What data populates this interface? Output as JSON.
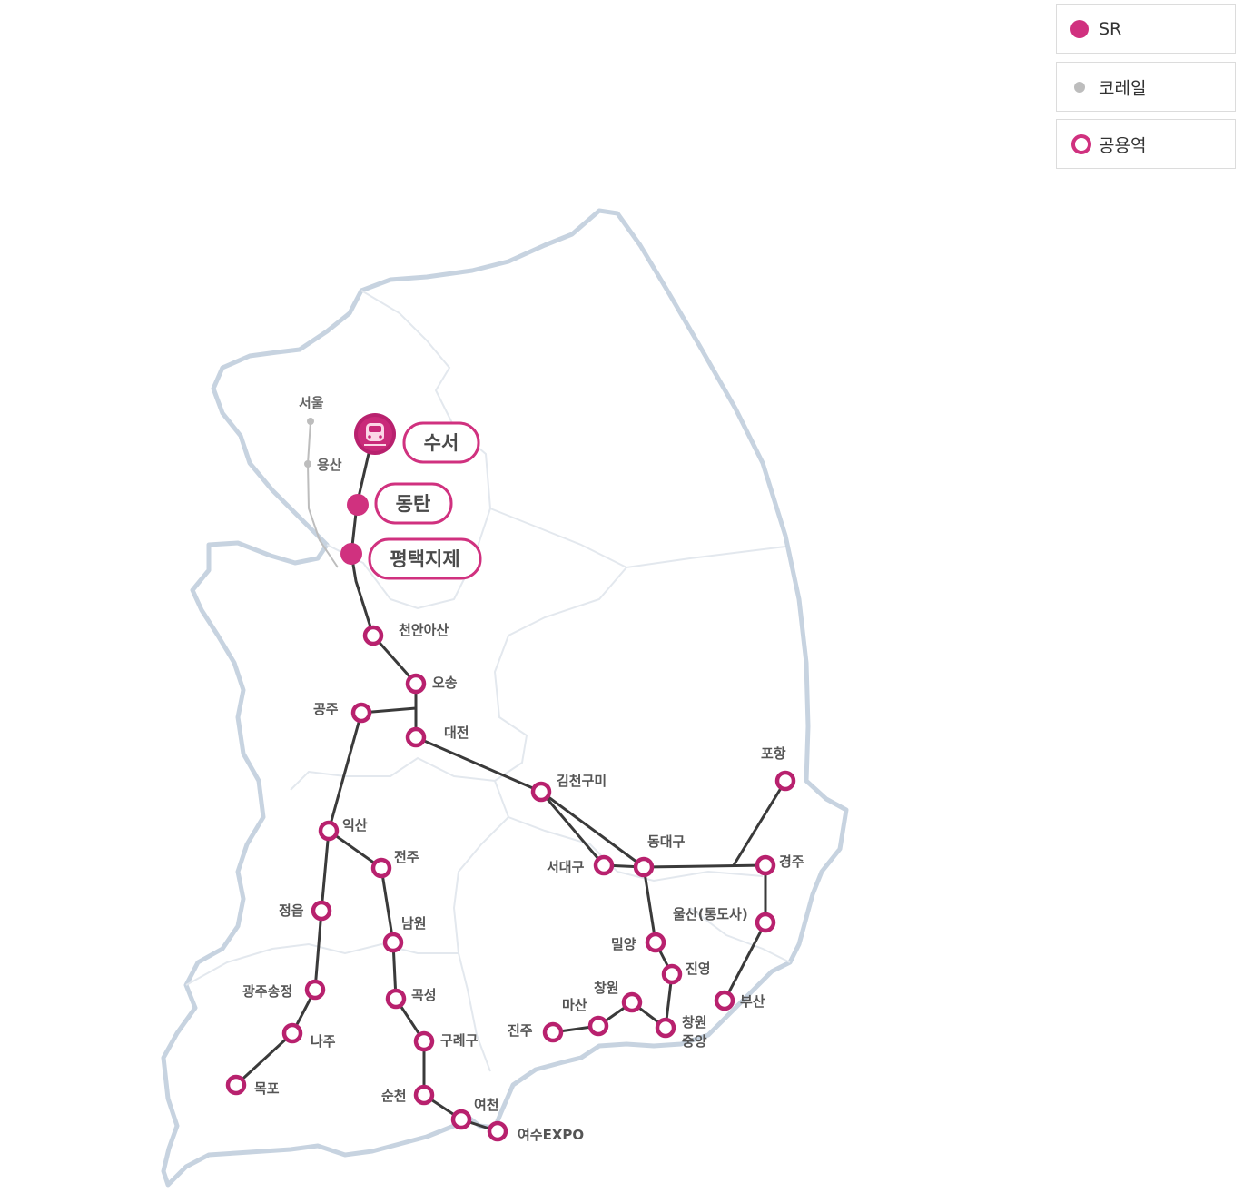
{
  "legend": {
    "sr_label": "SR",
    "korail_label": "코레일",
    "shared_label": "공용역"
  },
  "colors": {
    "sr": "#d0317f",
    "korail": "#bdbdbd",
    "line": "#3a3a3a",
    "border": "#c7d3e0"
  },
  "stations": {
    "seoul": "서울",
    "yongsan": "용산",
    "suseo": "수서",
    "dongtan": "동탄",
    "pyeongtaek": "평택지제",
    "cheonan": "천안아산",
    "osong": "오송",
    "gongju": "공주",
    "daejeon": "대전",
    "gimcheon": "김천구미",
    "pohang": "포항",
    "iksan": "익산",
    "jeonju": "전주",
    "seodaegu": "서대구",
    "dongdaegu": "동대구",
    "gyeongju": "경주",
    "jeongeup": "정읍",
    "namwon": "남원",
    "ulsan": "울산(통도사)",
    "miryang": "밀양",
    "jinyeong": "진영",
    "gwangju": "광주송정",
    "gokseong": "곡성",
    "changwon": "창원",
    "masan": "마산",
    "busan": "부산",
    "changwonjungang_1": "창원",
    "changwonjungang_2": "중앙",
    "jinju": "진주",
    "naju": "나주",
    "gurye": "구례구",
    "mokpo": "목포",
    "suncheon": "순천",
    "yeocheon": "여천",
    "yeosu": "여수EXPO"
  }
}
